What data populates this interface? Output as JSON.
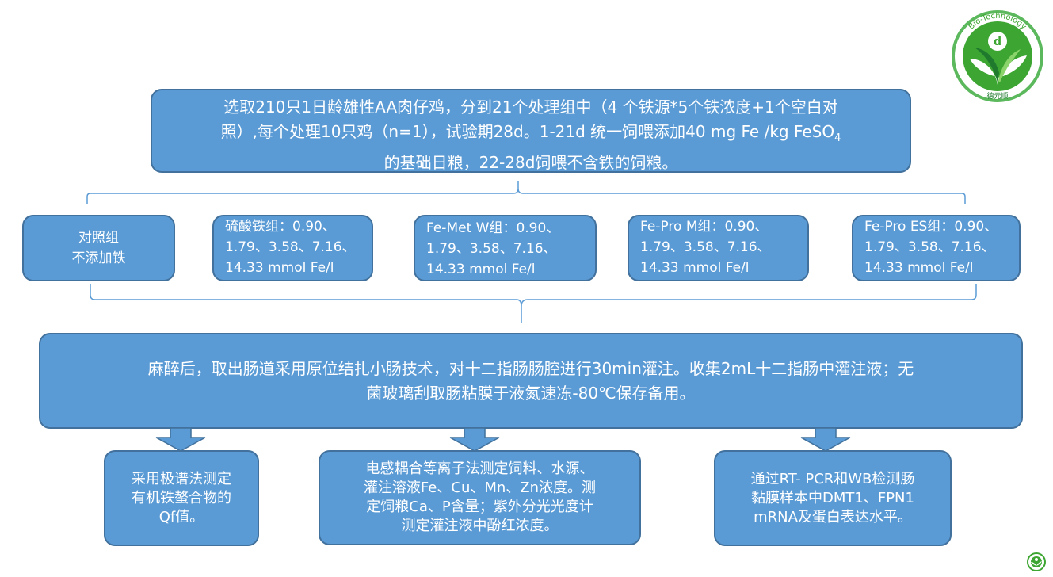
{
  "logo": {
    "ring_text": "Bio-Technology",
    "mark_text": "d",
    "chinese_text": "德元顺",
    "colors": {
      "green": "#3da632",
      "dark_green": "#1f7a2e",
      "ring": "#5cb85c"
    }
  },
  "top_box": {
    "line1": "选取210只1日龄雄性AA肉仔鸡，分到21个处理组中（4 个铁源*5个铁浓度+1个空白对",
    "line2_pre": "照）,每个处理10只鸡（n=1），试验期28d。1-21d 统一饲喂添加40 mg Fe /kg  FeSO",
    "line2_sub": "4",
    "line3": "的基础日粮，22-28d饲喂不含铁的饲粮。"
  },
  "groups": [
    {
      "line1": "对照组",
      "line2": "不添加铁"
    },
    {
      "line1": "硫酸铁组：0.90、",
      "line2": "1.79、3.58、7.16、",
      "line3": "14.33 mmol Fe/l"
    },
    {
      "line1": "Fe-Met  W组：0.90、",
      "line2": "1.79、3.58、7.16、",
      "line3": "14.33 mmol Fe/l"
    },
    {
      "line1": "Fe-Pro M组：0.90、",
      "line2": "1.79、3.58、7.16、",
      "line3": "14.33 mmol Fe/l"
    },
    {
      "line1": "Fe-Pro ES组：0.90、",
      "line2": "1.79、3.58、7.16、",
      "line3": "14.33 mmol Fe/l"
    }
  ],
  "mid_box": {
    "line1": "麻醉后，取出肠道采用原位结扎小肠技术，对十二指肠肠腔进行30min灌注。收集2mL十二指肠中灌注液；无",
    "line2": "菌玻璃刮取肠粘膜于液氮速冻-80℃保存备用。"
  },
  "results": [
    {
      "line1": "采用极谱法测定",
      "line2": "有机铁螯合物的",
      "line3": "Qf值。"
    },
    {
      "line1": "电感耦合等离子法测定饲料、水源、",
      "line2": "灌注溶液Fe、Cu、Mn、Zn浓度。测",
      "line3": "定饲粮Ca、P含量；紫外分光光度计",
      "line4": "测定灌注液中酚红浓度。"
    },
    {
      "line1": "通过RT- PCR和WB检测肠",
      "line2": "黏膜样本中DMT1、FPN1",
      "line3": "mRNA及蛋白表达水平。"
    }
  ],
  "colors": {
    "box_fill": "#5b9bd5",
    "box_border": "#41719c",
    "line": "#5b9bd5"
  }
}
